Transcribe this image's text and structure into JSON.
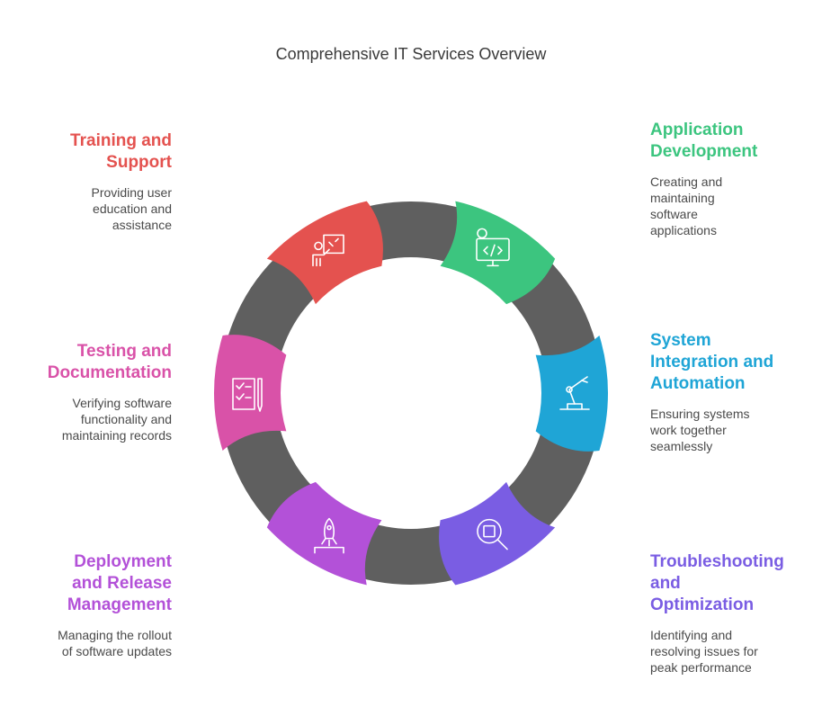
{
  "title": "Comprehensive IT Services Overview",
  "colors": {
    "ring": "#5f5f5f",
    "application": "#3cc57f",
    "integration": "#1fa5d6",
    "troubleshooting": "#7a5de3",
    "deployment": "#b351d8",
    "testing": "#d952a8",
    "training": "#e4524f"
  },
  "items": [
    {
      "key": "training",
      "title": "Training and\nSupport",
      "description": "Providing user\neducation and\nassistance",
      "icon": "teacher-board-icon"
    },
    {
      "key": "application",
      "title": "Application\nDevelopment",
      "description": "Creating and\nmaintaining\nsoftware\napplications",
      "icon": "code-monitor-icon"
    },
    {
      "key": "testing",
      "title": "Testing and\nDocumentation",
      "description": "Verifying software\nfunctionality and\nmaintaining records",
      "icon": "checklist-pen-icon"
    },
    {
      "key": "integration",
      "title": "System\nIntegration and\nAutomation",
      "description": "Ensuring systems\nwork together\nseamlessly",
      "icon": "robotic-arm-icon"
    },
    {
      "key": "deployment",
      "title": "Deployment\nand Release\nManagement",
      "description": "Managing the rollout\nof software updates",
      "icon": "rocket-icon"
    },
    {
      "key": "troubleshooting",
      "title": "Troubleshooting\nand\nOptimization",
      "description": "Identifying and\nresolving issues for\npeak performance",
      "icon": "chip-magnifier-icon"
    }
  ]
}
